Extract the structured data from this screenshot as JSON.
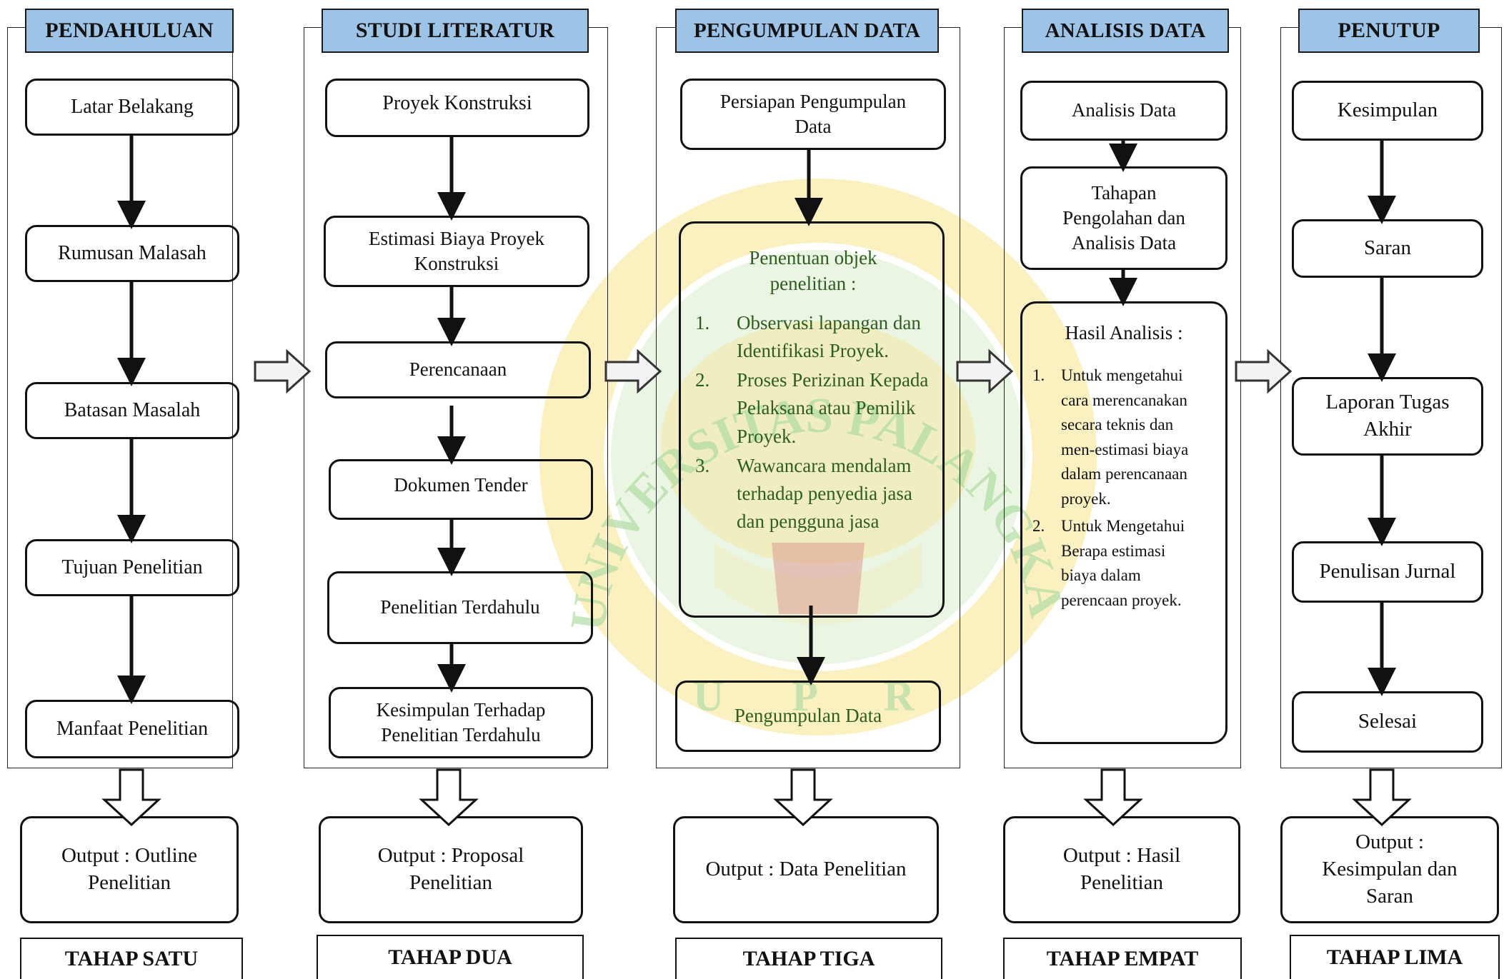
{
  "columns": [
    {
      "header": "PENDAHULUAN",
      "steps": [
        "Latar Belakang",
        "Rumusan Malasah",
        "Batasan Masalah",
        "Tujuan Penelitian",
        "Manfaat Penelitian"
      ],
      "output": "Output : Outline Penelitian",
      "stage": "TAHAP SATU"
    },
    {
      "header": "STUDI LITERATUR",
      "steps": [
        "Proyek Konstruksi",
        "Estimasi Biaya Proyek Konstruksi",
        "Perencanaan",
        "Dokumen Tender",
        "Penelitian Terdahulu",
        "Kesimpulan Terhadap Penelitian Terdahulu"
      ],
      "output": "Output : Proposal Penelitian",
      "stage": "TAHAP DUA"
    },
    {
      "header": "PENGUMPULAN DATA",
      "steps": [
        "Persiapan Pengumpulan Data"
      ],
      "detail_title": "Penentuan objek penelitian :",
      "detail_items": [
        "Observasi lapangan dan Identifikasi Proyek.",
        "Proses Perizinan Kepada Pelaksana atau Pemilik Proyek.",
        "Wawancara mendalam terhadap penyedia jasa dan pengguna jasa"
      ],
      "final_step": "Pengumpulan Data",
      "output": "Output : Data Penelitian",
      "stage": "TAHAP TIGA"
    },
    {
      "header": "ANALISIS DATA",
      "steps": [
        "Analisis Data",
        "Tahapan Pengolahan dan Analisis Data"
      ],
      "detail_title": "Hasil Analisis :",
      "detail_items": [
        "Untuk mengetahui cara merencanakan secara teknis dan men-estimasi biaya dalam perencanaan proyek.",
        "Untuk Mengetahui Berapa estimasi biaya dalam perencaan proyek."
      ],
      "output": "Output : Hasil Penelitian",
      "stage": "TAHAP EMPAT"
    },
    {
      "header": "PENUTUP",
      "steps": [
        "Kesimpulan",
        "Saran",
        "Laporan Tugas Akhir",
        "Penulisan Jurnal",
        "Selesai"
      ],
      "output": "Output : Kesimpulan dan Saran",
      "stage": "TAHAP LIMA"
    }
  ],
  "watermark": {
    "ring_text": "UNIVERSITAS PALANGKA RAYA",
    "bottom_text": "U P R",
    "colors": {
      "ring": "#F4D03F",
      "green": "#5CB85C",
      "red": "#C0392B"
    }
  },
  "colors": {
    "header_fill": "#9DC3E6",
    "line": "#111111",
    "detail_text": "#2E5E1E"
  }
}
